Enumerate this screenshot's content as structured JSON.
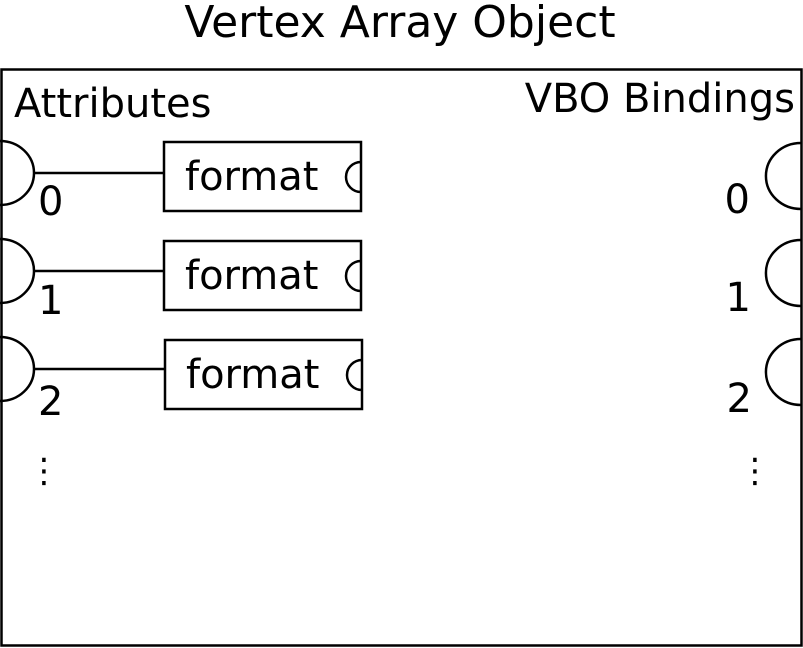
{
  "title": "Vertex Array Object",
  "attributes": {
    "heading": "Attributes",
    "items": [
      {
        "index": "0",
        "format_label": "format"
      },
      {
        "index": "1",
        "format_label": "format"
      },
      {
        "index": "2",
        "format_label": "format"
      }
    ],
    "more": "⋮"
  },
  "vbo_bindings": {
    "heading": "VBO Bindings",
    "items": [
      {
        "index": "0"
      },
      {
        "index": "1"
      },
      {
        "index": "2"
      }
    ],
    "more": "⋮"
  },
  "colors": {
    "stroke": "#000000",
    "background": "#ffffff"
  }
}
